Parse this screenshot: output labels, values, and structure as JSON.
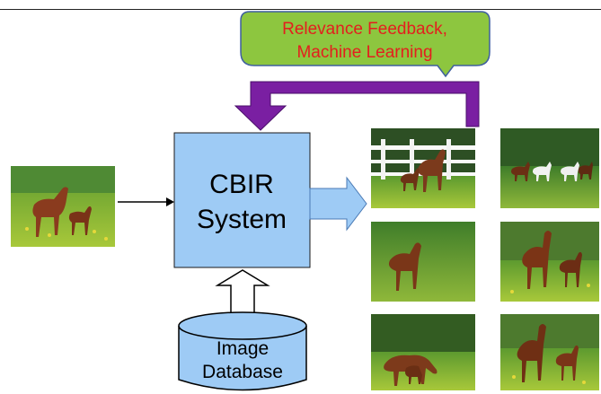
{
  "feedback_box": {
    "line1": "Relevance Feedback,",
    "line2": "Machine Learning",
    "fill": "#8dc63f",
    "text_color": "#e41e1e"
  },
  "cbir": {
    "line1": "CBIR",
    "line2": "System",
    "fill": "#9ecbf5"
  },
  "database": {
    "line1": "Image",
    "line2": "Database",
    "fill": "#9ecbf5"
  },
  "colors": {
    "feedback_arrow": "#7a1fa2",
    "block_arrow": "#9ecbf5",
    "outline": "#000000"
  },
  "images": {
    "query": "query-image-mare-and-foal",
    "results": [
      "result-horses-at-white-fence",
      "result-horses-in-field",
      "result-foal-in-grass",
      "result-mare-and-foal-standing",
      "result-mare-and-foal-grazing",
      "result-mare-and-foal-pasture"
    ]
  }
}
